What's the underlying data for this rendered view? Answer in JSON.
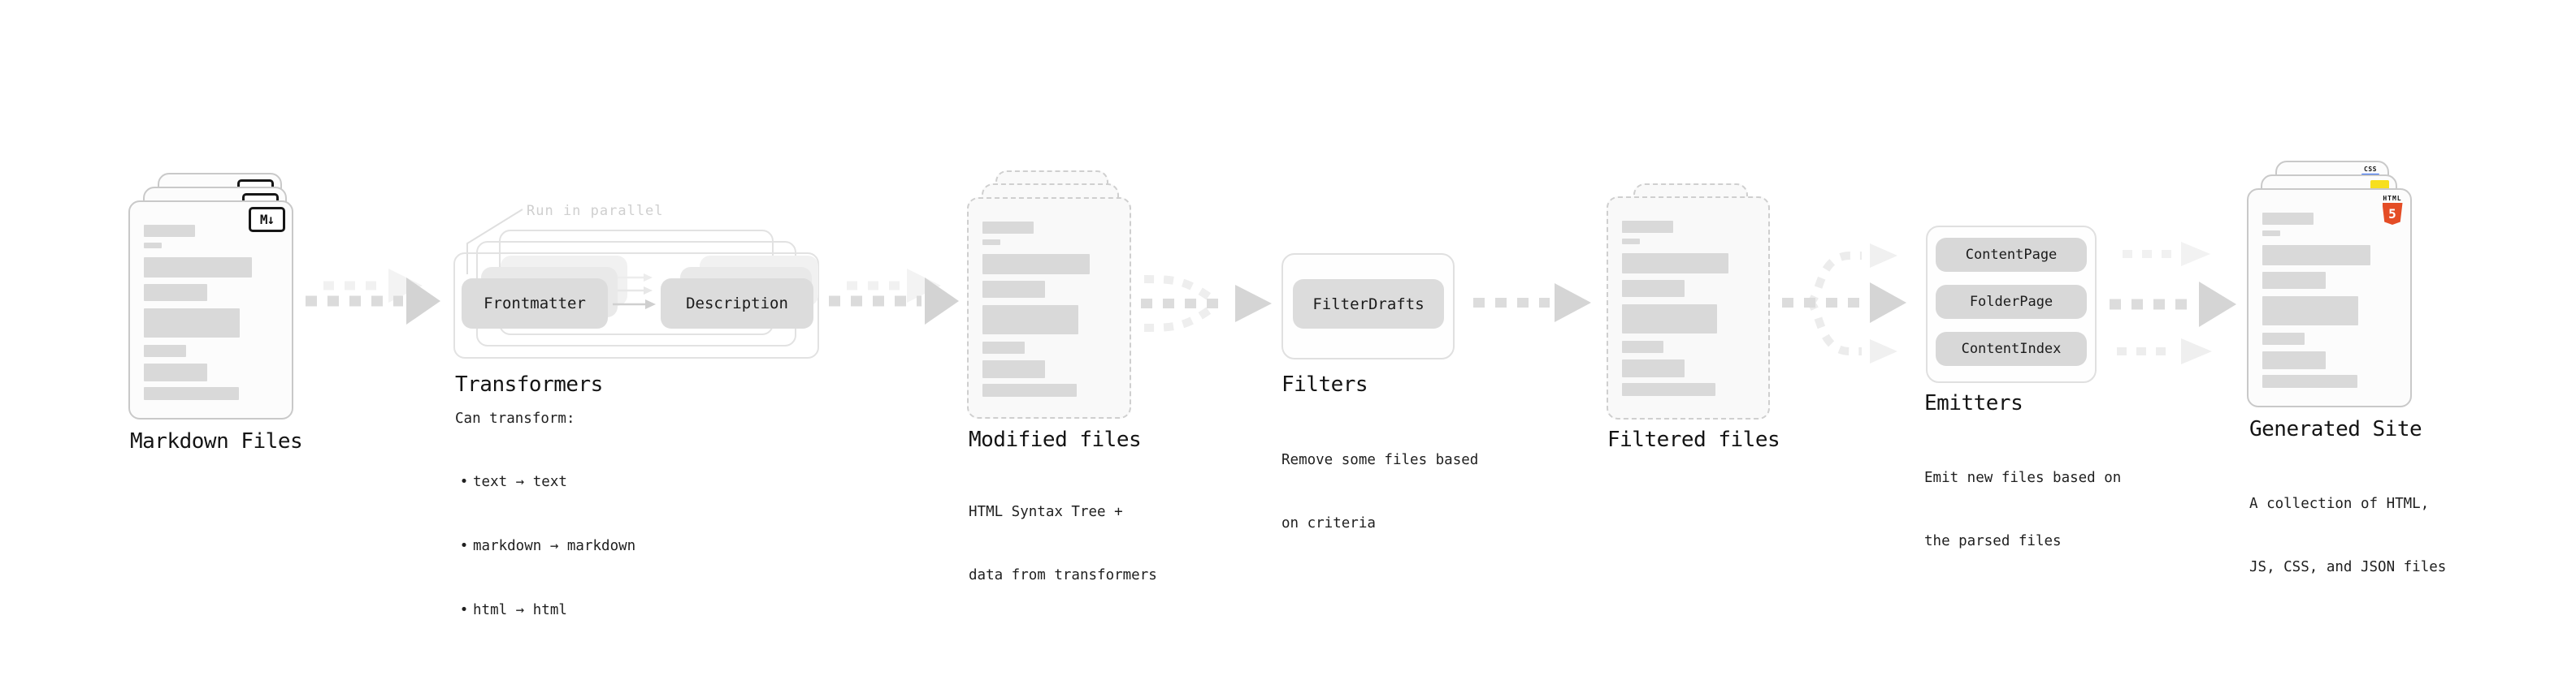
{
  "diagram": {
    "note": {
      "run_in_parallel": "Run in parallel"
    },
    "bullet_glyph": "•",
    "stages": {
      "markdown_files": {
        "label": "Markdown Files",
        "file_badge": "M↓"
      },
      "transformers": {
        "label": "Transformers",
        "pill_left": "Frontmatter",
        "pill_right": "Description",
        "sub_title": "Can transform:",
        "bullets": [
          "text → text",
          "markdown → markdown",
          "html → html"
        ]
      },
      "modified_files": {
        "label": "Modified files",
        "sub_line1": "HTML Syntax Tree +",
        "sub_line2": "data from transformers"
      },
      "filters": {
        "label": "Filters",
        "pill": "FilterDrafts",
        "sub_line1": "Remove some files based",
        "sub_line2": "on criteria"
      },
      "filtered_files": {
        "label": "Filtered files"
      },
      "emitters": {
        "label": "Emitters",
        "pills": [
          "ContentPage",
          "FolderPage",
          "ContentIndex"
        ],
        "sub_line1": "Emit new files based on",
        "sub_line2": "the parsed files"
      },
      "generated_site": {
        "label": "Generated Site",
        "sub_line1": "A collection of HTML,",
        "sub_line2": "JS, CSS, and JSON files",
        "badges": {
          "css": "CSS",
          "html_label": "HTML",
          "html_number": "5"
        }
      }
    },
    "colors": {
      "html5_orange": "#e44d26",
      "js_yellow": "#f7df1e",
      "css_blue": "#2965f1"
    }
  }
}
